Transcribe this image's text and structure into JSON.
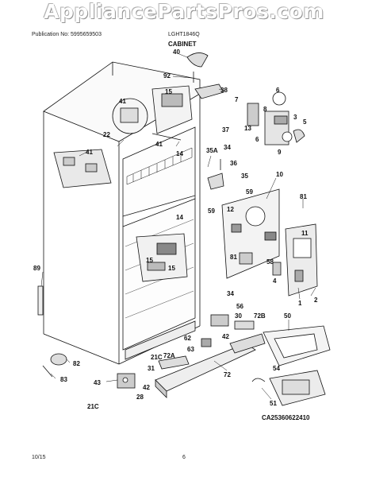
{
  "header": {
    "watermark": "AppliancePartsPros.com",
    "publication": "Publication No: 5995659503",
    "model": "LGHT1846Q",
    "section_title": "CABINET"
  },
  "diagram": {
    "code": "CA25360622410",
    "callouts": {
      "c40": "40",
      "c92": "92",
      "c38": "38",
      "c15a": "15",
      "c41a": "41",
      "c7": "7",
      "c6a": "6",
      "c8": "8",
      "c13": "13",
      "c6b": "6",
      "c3": "3",
      "c5": "5",
      "c9": "9",
      "c22": "22",
      "c41b": "41",
      "c14a": "14",
      "c37": "37",
      "c35a": "35A",
      "c34a": "34",
      "c41c": "41",
      "c36": "36",
      "c35": "35",
      "c10": "10",
      "c59a": "59",
      "c59b": "59",
      "c81a": "81",
      "c14b": "14",
      "c12": "12",
      "c15b": "15",
      "c15c": "15",
      "c81b": "81",
      "c11": "11",
      "c58": "58",
      "c4": "4",
      "c89": "89",
      "c1": "1",
      "c2": "2",
      "c34b": "34",
      "c56": "56",
      "c30": "30",
      "c50": "50",
      "c72b": "72B",
      "c62": "62",
      "c42a": "42",
      "c63": "63",
      "c21c": "21C",
      "c72a": "72A",
      "c31": "31",
      "c82": "82",
      "c42b": "42",
      "c83": "83",
      "c43": "43",
      "c72": "72",
      "c54": "54",
      "c28": "28",
      "c21c2": "21C",
      "c51": "51"
    }
  },
  "footer": {
    "date": "10/15",
    "page_number": "6"
  }
}
